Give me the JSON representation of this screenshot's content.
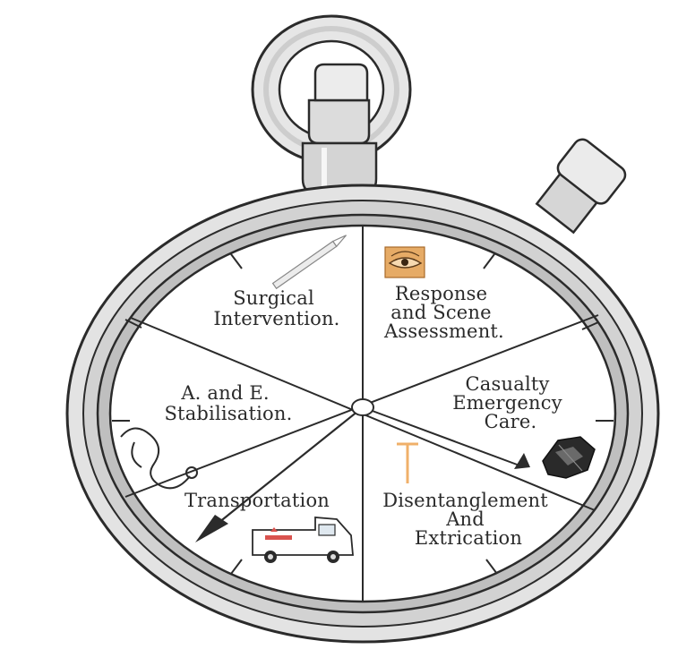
{
  "face": {
    "segments": [
      {
        "id": "surgical-intervention",
        "lines": [
          "Surgical",
          "Intervention."
        ]
      },
      {
        "id": "response-and-scene-assessment",
        "lines": [
          "Response",
          "and Scene",
          "Assessment."
        ]
      },
      {
        "id": "casualty-emergency-care",
        "lines": [
          "Casualty",
          "Emergency",
          "Care."
        ]
      },
      {
        "id": "disentanglement-and-extrication",
        "lines": [
          "Disentanglement",
          "And",
          "Extrication"
        ]
      },
      {
        "id": "transportation",
        "lines": [
          "Transportation"
        ]
      },
      {
        "id": "a-and-e-stabilisation",
        "lines": [
          "A. and E.",
          "Stabilisation."
        ]
      }
    ]
  },
  "icons": {
    "surgical-intervention": "scalpel-icon",
    "response-and-scene-assessment": "eye-icon",
    "casualty-emergency-care": "crash-icon",
    "disentanglement-and-extrication": "stretcher-icon",
    "transportation": "ambulance-icon",
    "a-and-e-stabilisation": "stethoscope-icon"
  },
  "colors": {
    "outline": "#2b2b2b",
    "case_fill": "#e3e3e3",
    "face_fill": "#ffffff",
    "eye_icon_fill": "#e6ab66",
    "stretcher_color": "#f0b06a",
    "ambulance_stripe": "#d9534f"
  }
}
